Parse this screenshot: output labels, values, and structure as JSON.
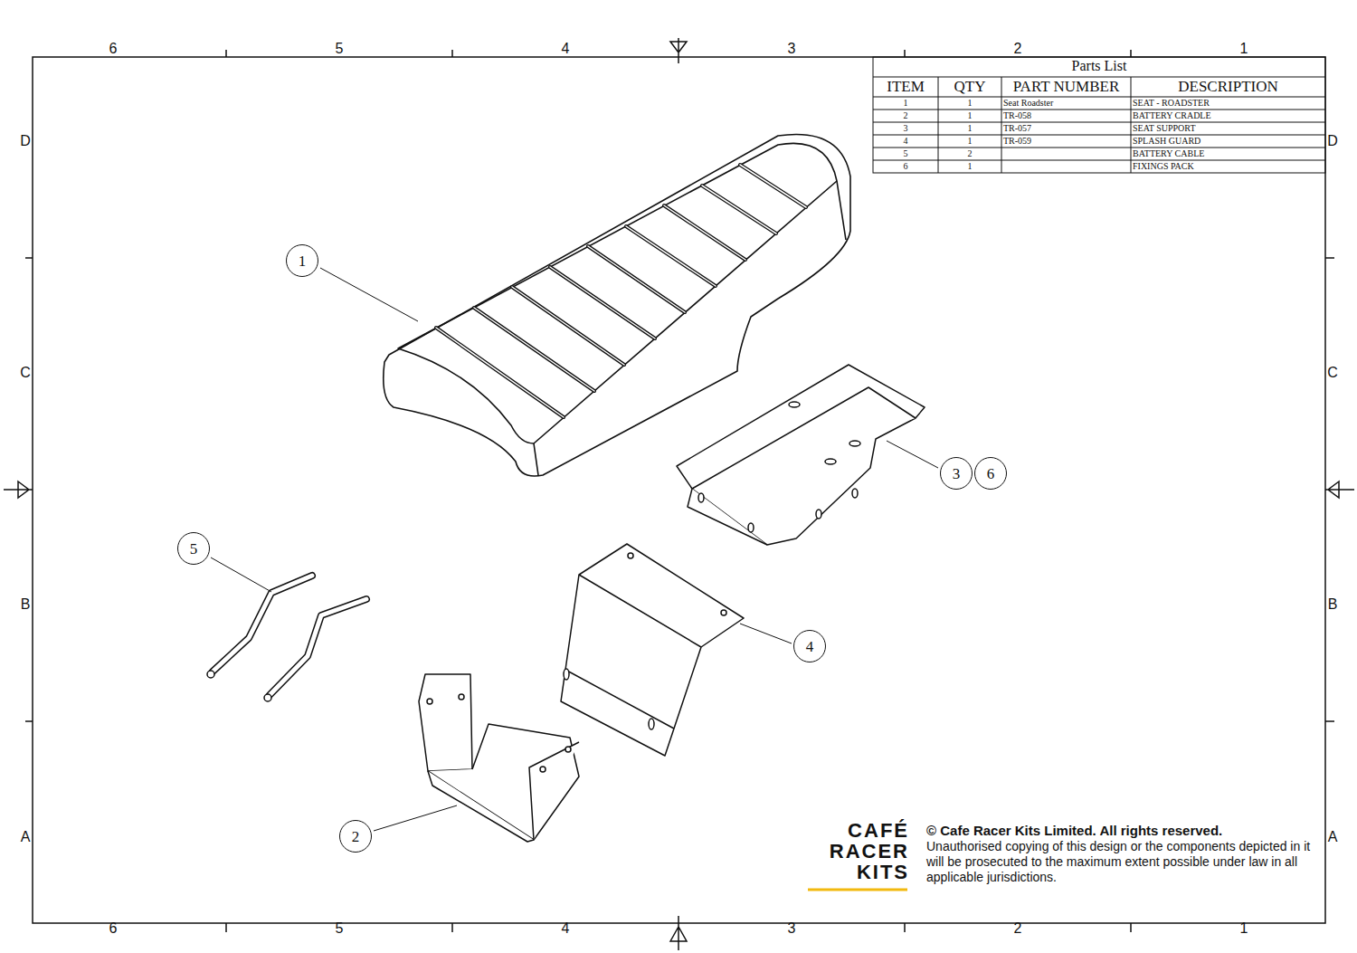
{
  "diagram": {
    "nodes": [
      {
        "text": [
          "1"
        ]
      },
      {
        "text": [
          "3"
        ]
      },
      {
        "text": [
          "6"
        ]
      },
      {
        "text": [
          "5"
        ]
      },
      {
        "text": [
          "4"
        ]
      },
      {
        "text": [
          "2"
        ]
      }
    ],
    "labels": [
      "Parts List",
      "ITEM",
      "QTY",
      "PART NUMBER",
      "DESCRIPTION",
      "1",
      "1",
      "Seat Roadster",
      "SEAT - ROADSTER",
      "2",
      "1",
      "TR-058",
      "BATTERY CRADLE",
      "3",
      "1",
      "TR-057",
      "SEAT SUPPORT",
      "4",
      "1",
      "TR-059",
      "SPLASH GUARD",
      "5",
      "2",
      "BATTERY CABLE",
      "6",
      "1",
      "FIXINGS PACK",
      "6",
      "5",
      "4",
      "3",
      "2",
      "1",
      "6",
      "5",
      "4",
      "3",
      "2",
      "1",
      "D",
      "C",
      "B",
      "A",
      "D",
      "C",
      "B",
      "A",
      "CAFÉ",
      "RACER",
      "KITS",
      "© Cafe Racer Kits Limited. All rights reserved.",
      "Unauthorised copying of this design or the components depicted in it will be prosecuted to the maximum extent possible under law in all applicable jurisdictions."
    ]
  }
}
